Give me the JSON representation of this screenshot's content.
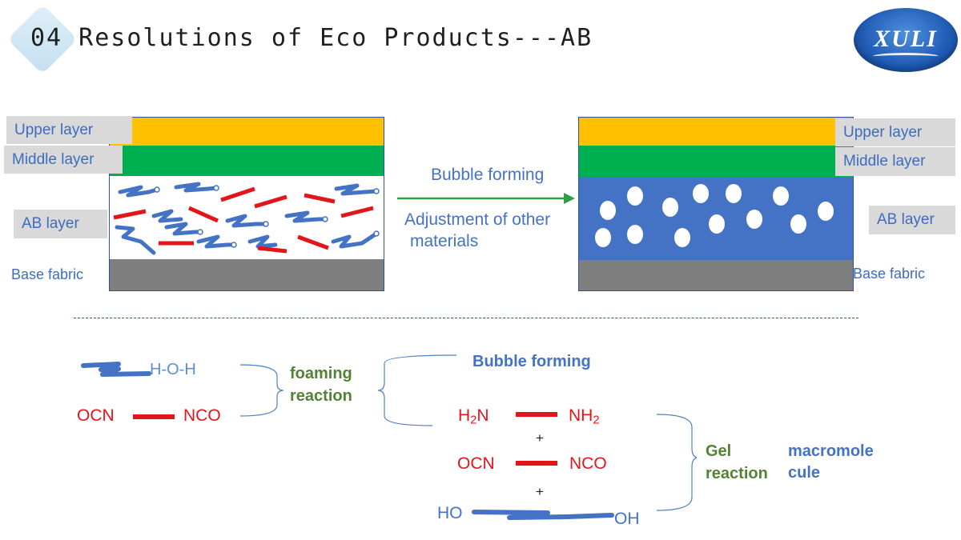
{
  "header": {
    "title": "04 Resolutions of Eco Products---AB",
    "logo_text": "XULI"
  },
  "left_panel": {
    "upper_label": "Upper layer",
    "middle_label": "Middle layer",
    "ab_label": "AB layer",
    "base_label": "Base fabric"
  },
  "right_panel": {
    "upper_label": "Upper layer",
    "middle_label": "Middle layer",
    "ab_label": "AB layer",
    "base_label": "Base fabric"
  },
  "process": {
    "arrow_label": "Bubble forming",
    "note_line1": "Adjustment of other",
    "note_line2": "materials"
  },
  "reactions": {
    "water": "H-O-H",
    "isocyanate_left": "OCN",
    "isocyanate_right": "NCO",
    "foaming_line1": "foaming",
    "foaming_line2": "reaction",
    "bubble_forming": "Bubble forming",
    "amine_left": "H",
    "amine_left_sub": "2",
    "amine_left_tail": "N",
    "amine_right": "NH",
    "amine_right_sub": "2",
    "plus1": "+",
    "ocn2": "OCN",
    "nco2": "NCO",
    "plus2": "+",
    "ho": "HO",
    "oh": "OH",
    "gel_line1": "Gel",
    "gel_line2": "reaction",
    "macro_line1": "macromole",
    "macro_line2": "cule"
  },
  "colors": {
    "upper": "#ffc000",
    "middle": "#00b050",
    "ab_foam": "#4472c4",
    "base": "#7f7f7f",
    "polyol": "#4472c4",
    "isocyanate": "#e0161b",
    "arrow": "#2ea043"
  }
}
